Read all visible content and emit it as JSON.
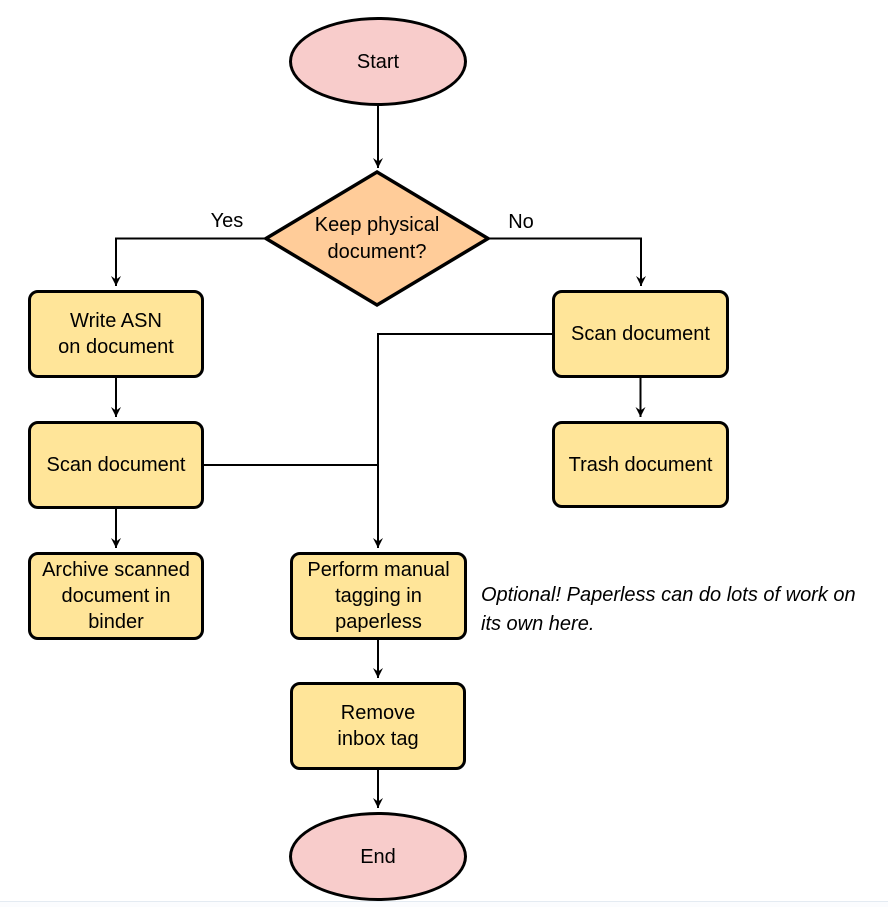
{
  "nodes": {
    "start": {
      "label": "Start",
      "type": "terminator"
    },
    "decision": {
      "label": "Keep physical\ndocument?",
      "type": "decision"
    },
    "write_asn": {
      "label": "Write ASN\non document",
      "type": "process"
    },
    "scan_left": {
      "label": "Scan document",
      "type": "process"
    },
    "archive": {
      "label": "Archive scanned\ndocument in\nbinder",
      "type": "process"
    },
    "scan_right": {
      "label": "Scan document",
      "type": "process"
    },
    "trash": {
      "label": "Trash document",
      "type": "process"
    },
    "perform_tagging": {
      "label": "Perform manual\ntagging in\npaperless",
      "type": "process"
    },
    "remove_inbox": {
      "label": "Remove\ninbox tag",
      "type": "process"
    },
    "end": {
      "label": "End",
      "type": "terminator"
    }
  },
  "edge_labels": {
    "yes": "Yes",
    "no": "No"
  },
  "annotation": "Optional! Paperless can do lots of work on\nits own here.",
  "colors": {
    "terminator_fill": "#F8CCCB",
    "decision_fill": "#FFCC99",
    "process_fill": "#FFE599",
    "stroke": "#000000",
    "connector": "#000000"
  }
}
